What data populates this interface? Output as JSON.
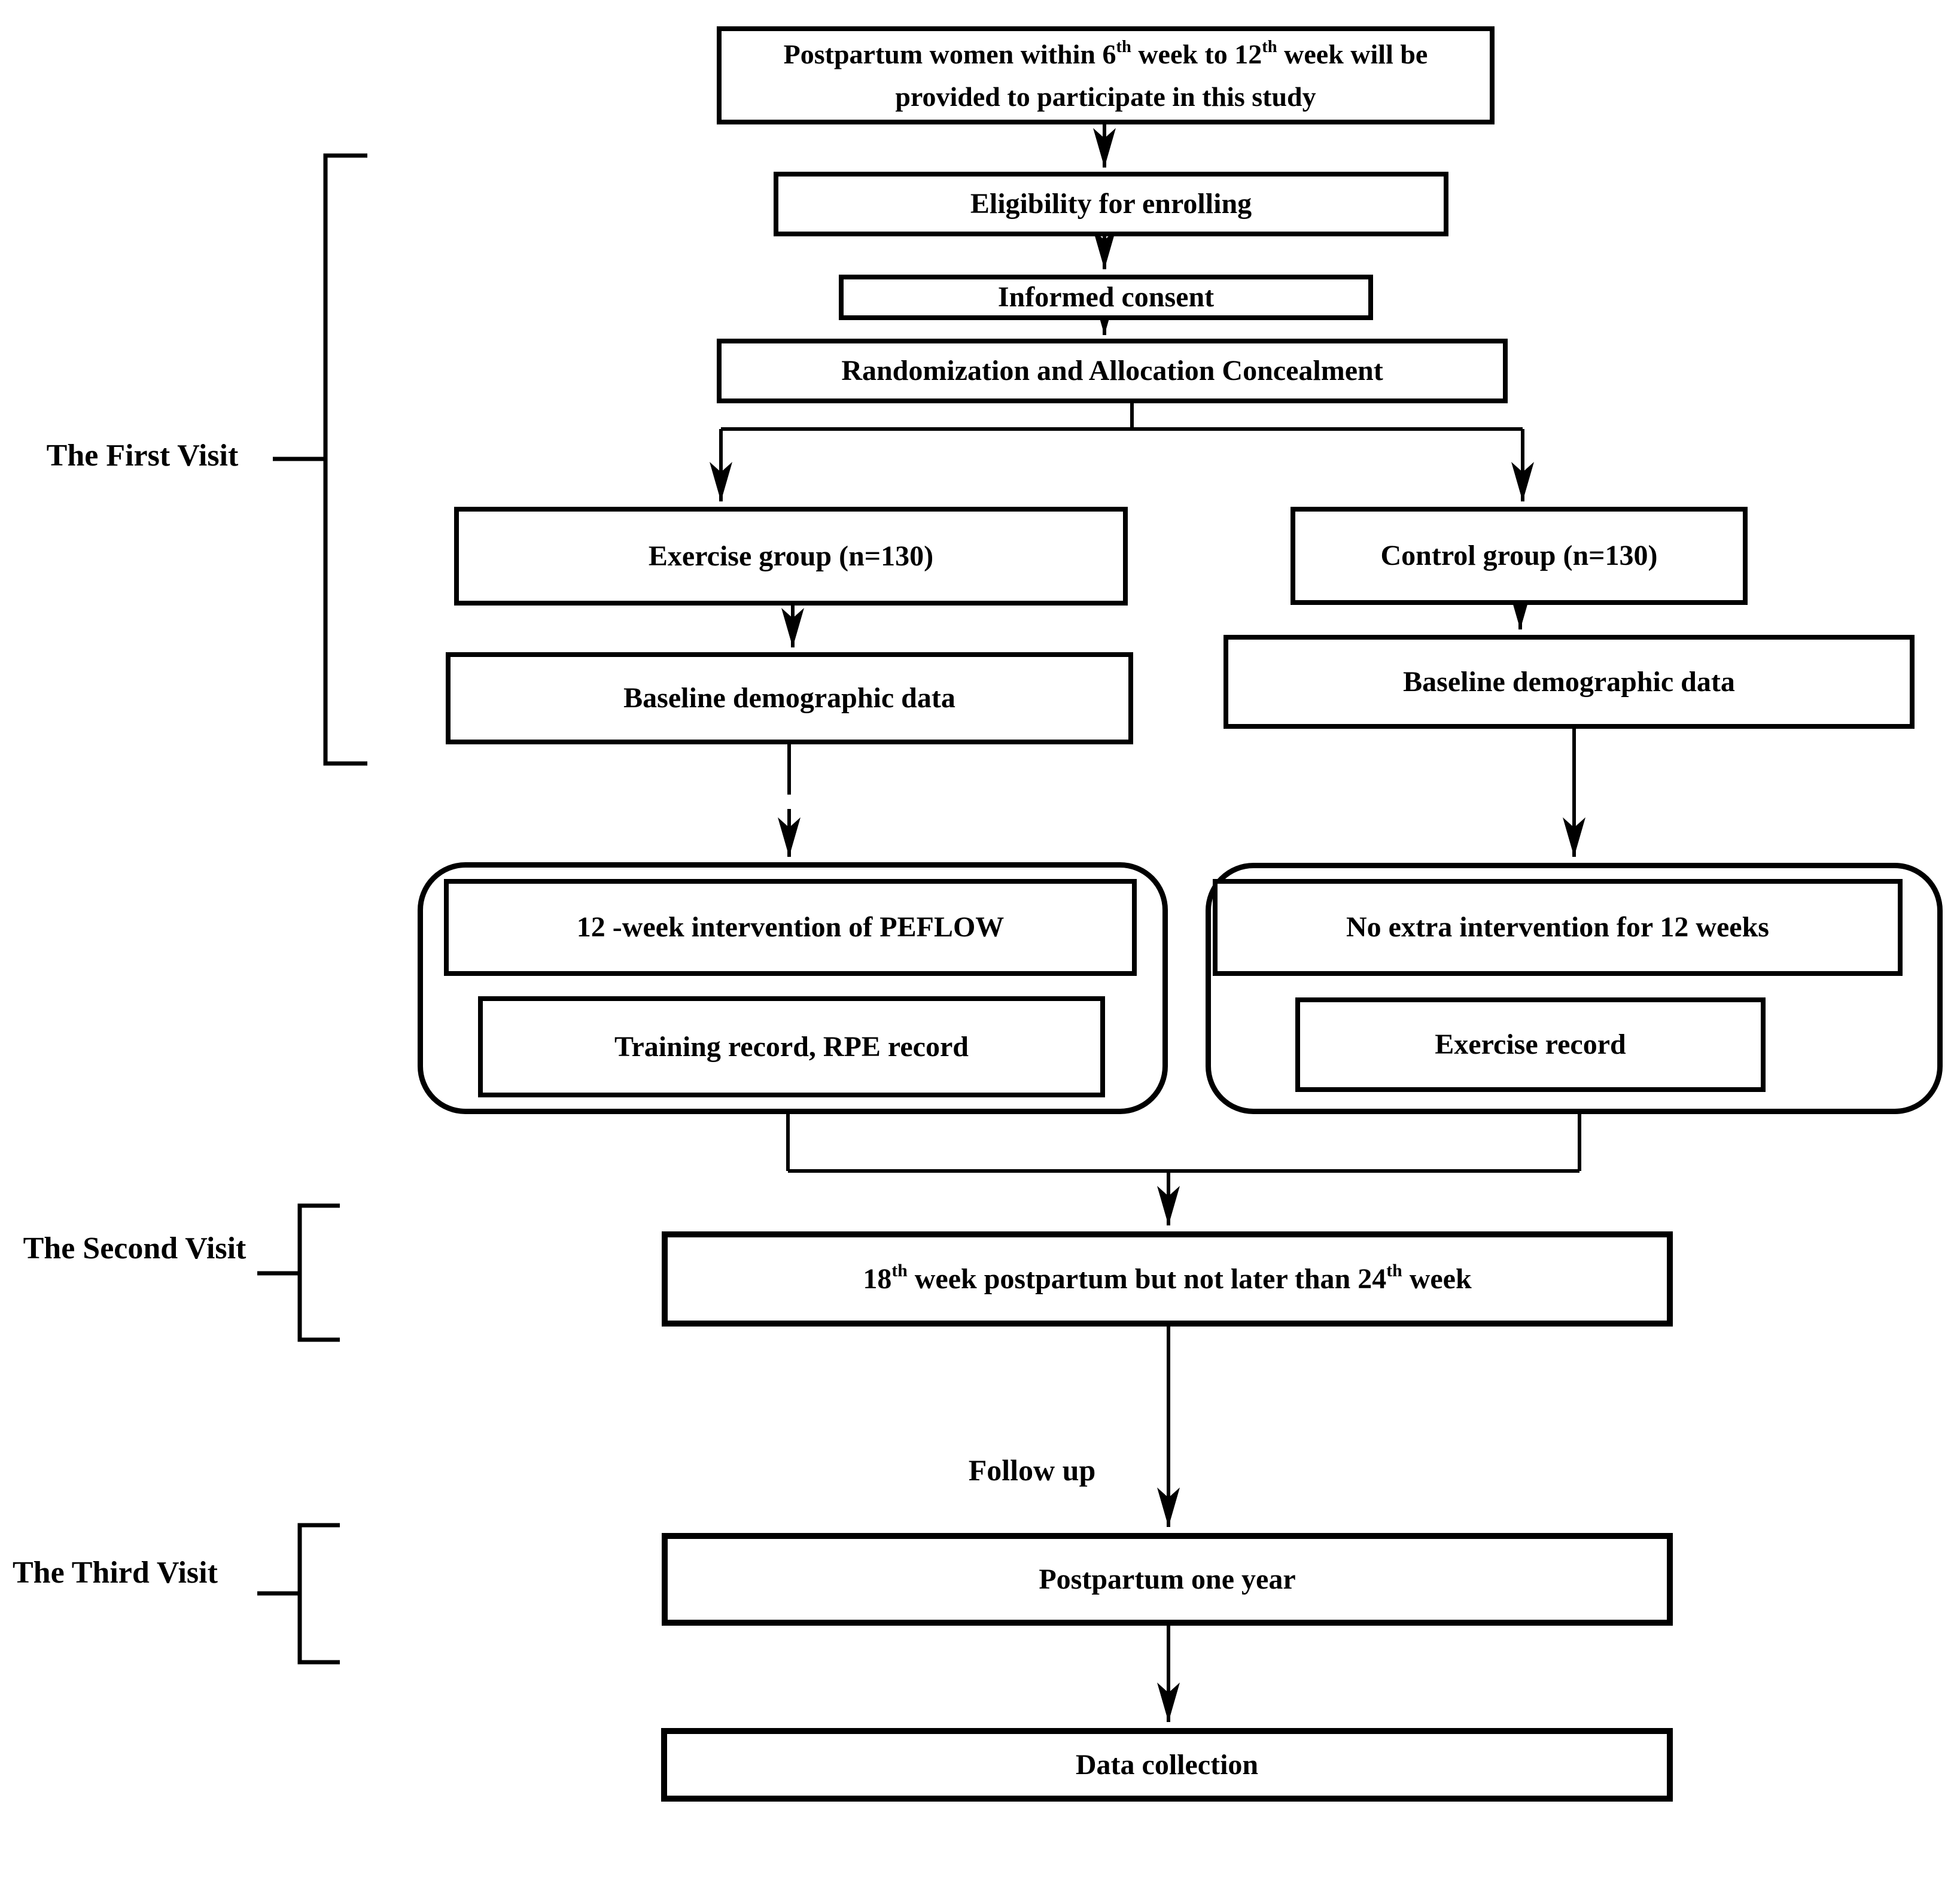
{
  "side_labels": {
    "first_visit": "The First Visit",
    "second_visit": "The Second Visit",
    "third_visit": "The Third Visit"
  },
  "flow_labels": {
    "follow_up": "Follow up"
  },
  "boxes": {
    "recruit": {
      "line1_pre": "Postpartum women within 6",
      "sup1": "th",
      "line1_mid": " week to 12",
      "sup2": "th",
      "line1_post": " week will be",
      "line2": "provided to participate in this study"
    },
    "eligibility": "Eligibility for enrolling",
    "informed_consent": "Informed consent",
    "randomization": "Randomization and Allocation Concealment",
    "exercise_group": "Exercise group (n=130)",
    "control_group": "Control group (n=130)",
    "baseline_left": "Baseline demographic data",
    "baseline_right": "Baseline demographic data",
    "peflow_intervention": "12 -week intervention of PEFLOW",
    "training_record": "Training record, RPE record",
    "no_extra_intervention": "No extra intervention for 12 weeks",
    "exercise_record": "Exercise record",
    "week18": {
      "pre": "18",
      "sup1": "th",
      "mid": " week postpartum but not later than 24",
      "sup2": "th",
      "post": " week"
    },
    "postpartum_one_year": "Postpartum one year",
    "data_collection": "Data collection"
  },
  "colors": {
    "line": "#000000",
    "background": "#ffffff"
  }
}
